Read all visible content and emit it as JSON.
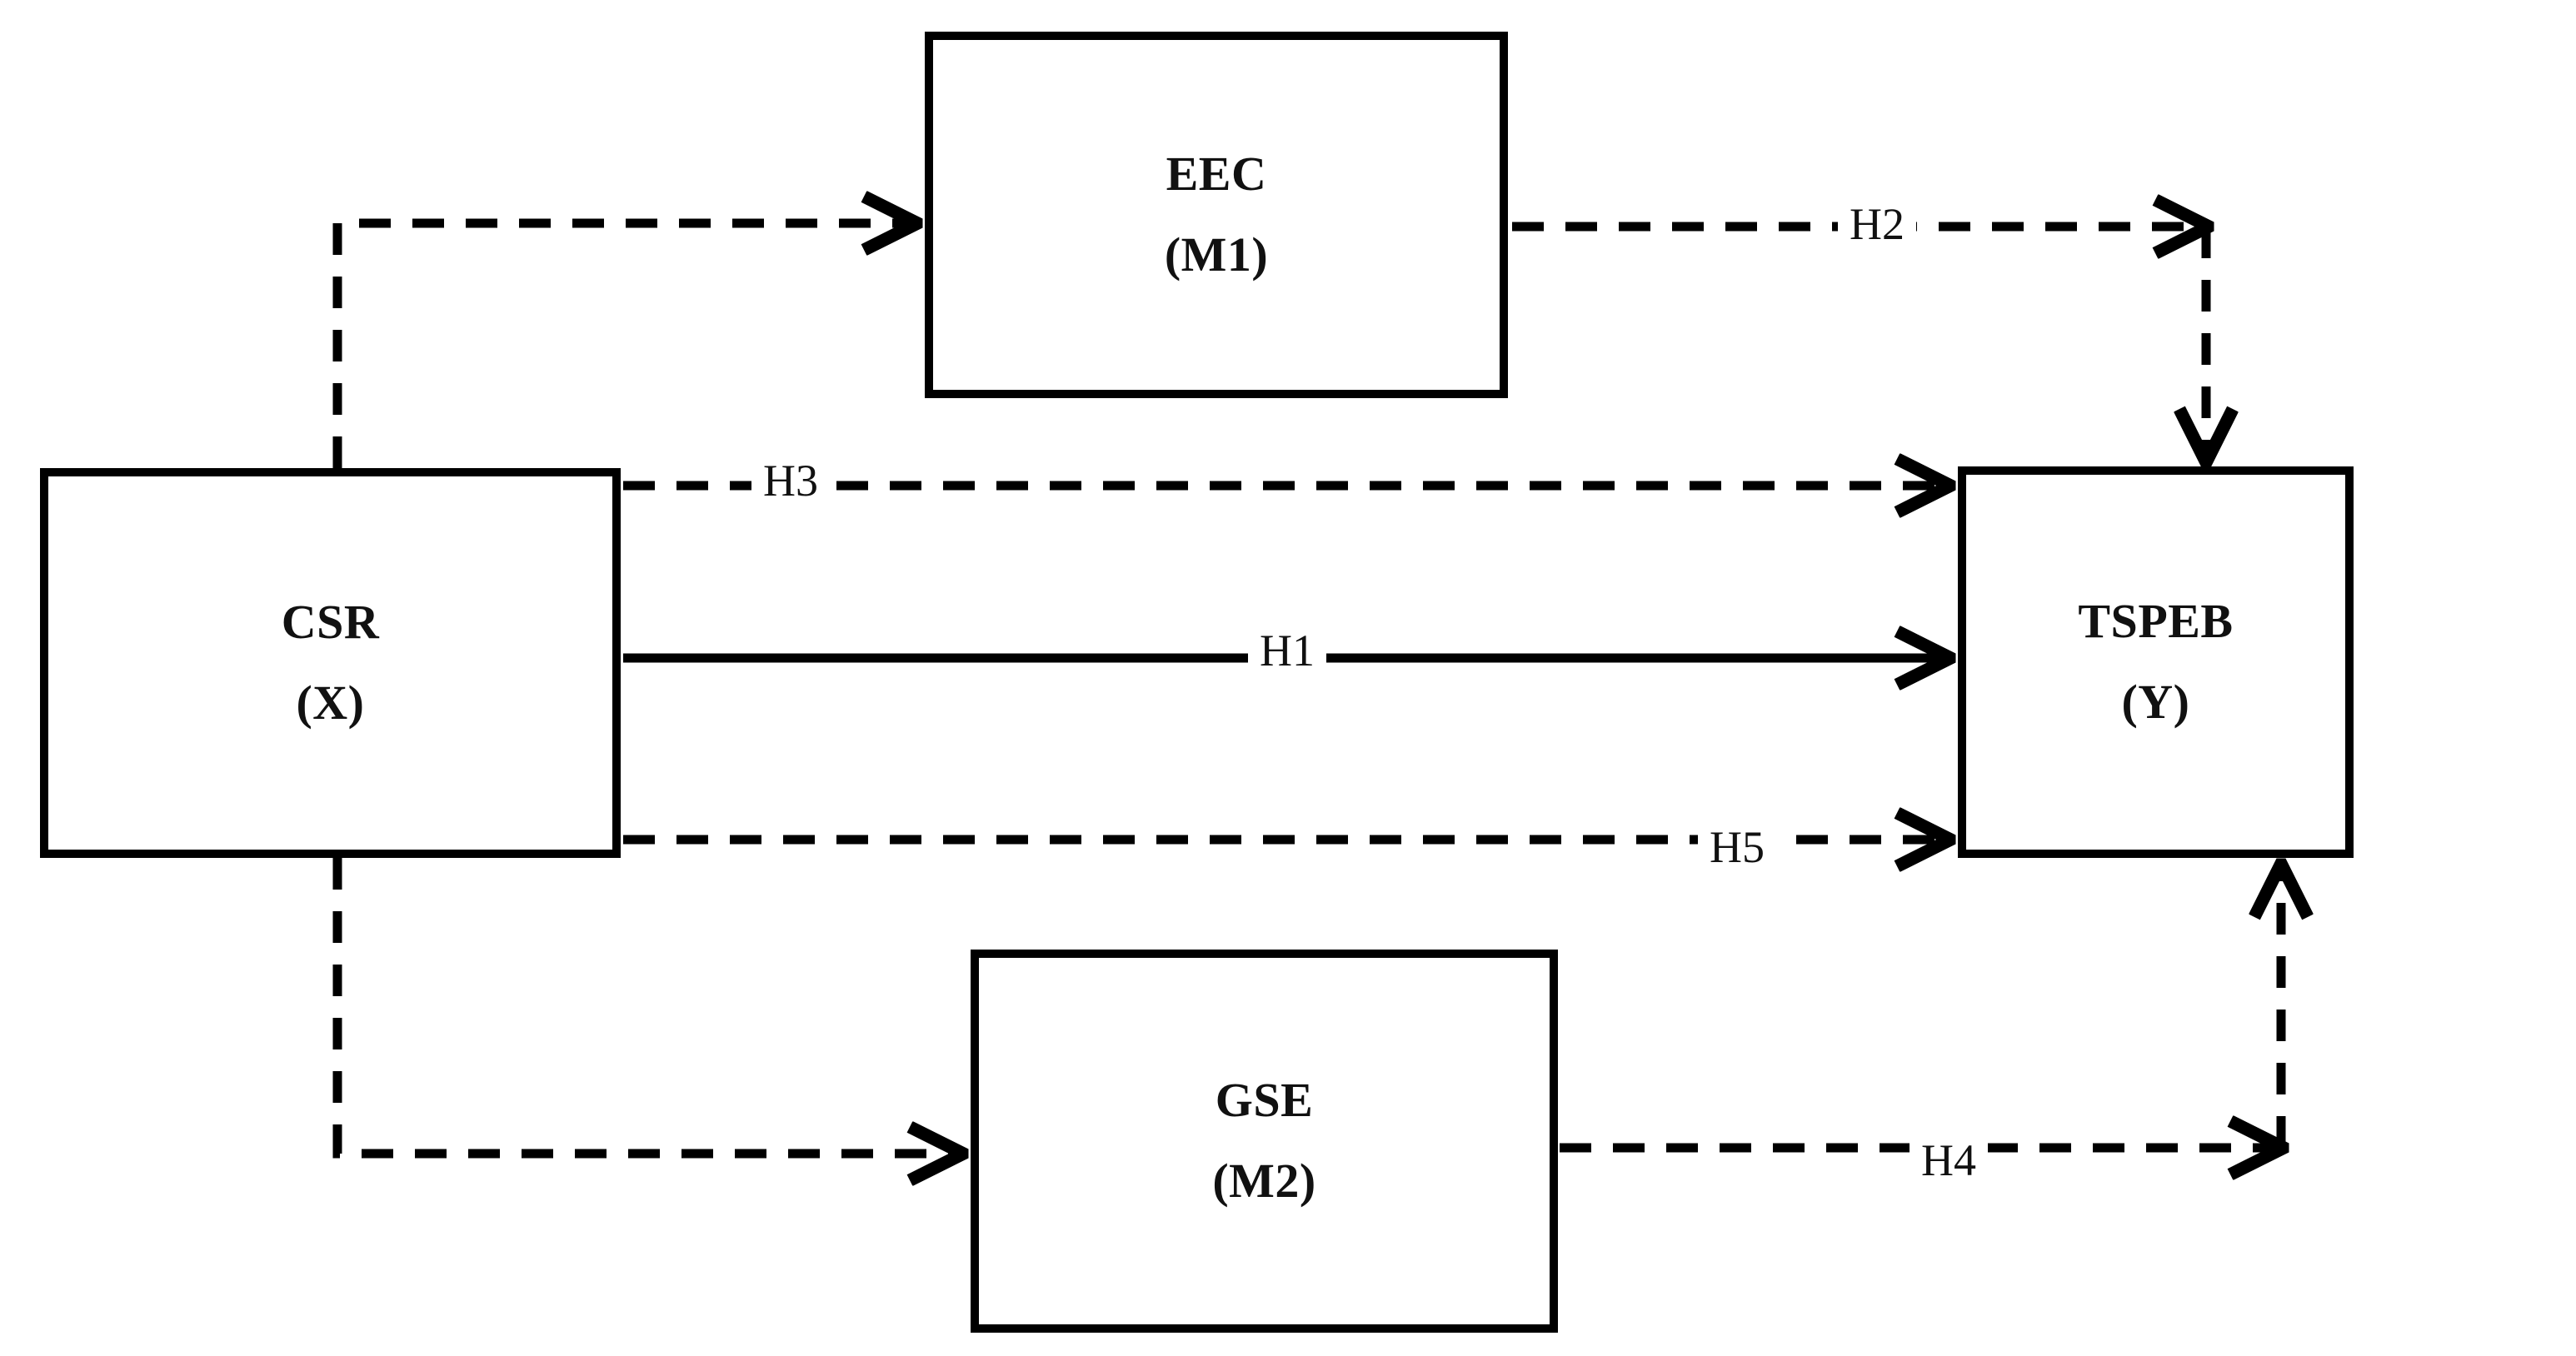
{
  "diagram": {
    "type": "conceptual-research-model",
    "background_color": "#ffffff",
    "line_color": "#000000",
    "nodes": [
      {
        "id": "eec",
        "title": "EEC",
        "code": "(M1)",
        "role": "mediator-1"
      },
      {
        "id": "csr",
        "title": "CSR",
        "code": "(X)",
        "role": "independent-variable"
      },
      {
        "id": "tspeb",
        "title": "TSPEB",
        "code": "(Y)",
        "role": "dependent-variable"
      },
      {
        "id": "gse",
        "title": "GSE",
        "code": "(M2)",
        "role": "mediator-2"
      }
    ],
    "paths": [
      {
        "id": "h1",
        "label": "H1",
        "from": "CSR (X)",
        "to": "TSPEB (Y)",
        "style": "solid"
      },
      {
        "id": "h2",
        "label": "H2",
        "from": "EEC (M1)",
        "to": "TSPEB (Y)",
        "style": "dashed"
      },
      {
        "id": "h3",
        "label": "H3",
        "from": "CSR (X)",
        "to": "TSPEB (Y)",
        "style": "dashed"
      },
      {
        "id": "h4",
        "label": "H4",
        "from": "GSE (M2)",
        "to": "TSPEB (Y)",
        "style": "dashed"
      },
      {
        "id": "h5",
        "label": "H5",
        "from": "CSR (X)",
        "to": "TSPEB (Y)",
        "style": "dashed"
      },
      {
        "id": "csr-eec",
        "label": "",
        "from": "CSR (X)",
        "to": "EEC (M1)",
        "style": "dashed"
      },
      {
        "id": "csr-gse",
        "label": "",
        "from": "CSR (X)",
        "to": "GSE (M2)",
        "style": "dashed"
      }
    ]
  }
}
